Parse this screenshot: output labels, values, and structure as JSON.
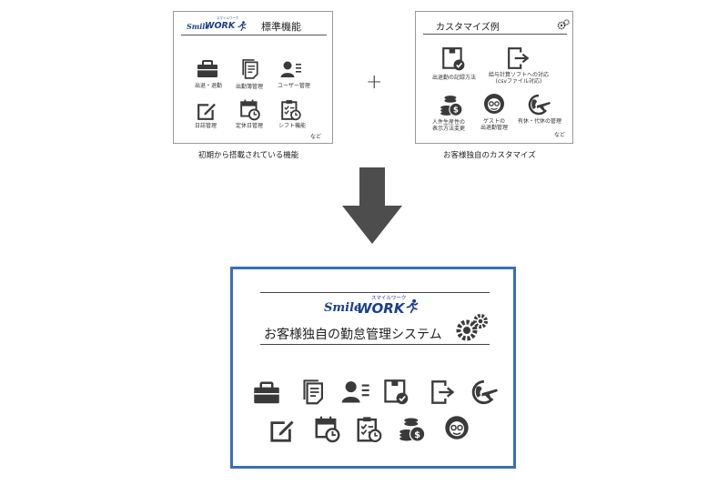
{
  "colors": {
    "icon": "#3a3a3a",
    "logo": "#1a3f8f",
    "frame": "#3a6fb8",
    "arrow": "#4d4d4d"
  },
  "logo": {
    "smile": "Smile",
    "work": "WORK",
    "kana": "スマイルワーク"
  },
  "left_panel": {
    "title": "標準機能",
    "items": [
      {
        "icon": "briefcase-icon",
        "label": "出退・退勤"
      },
      {
        "icon": "documents-icon",
        "label": "出勤簿管理"
      },
      {
        "icon": "user-list-icon",
        "label": "ユーザー管理"
      },
      {
        "icon": "edit-icon",
        "label": "日誌管理"
      },
      {
        "icon": "calendar-clock-icon",
        "label": "定休日管理"
      },
      {
        "icon": "checklist-icon",
        "label": "シフト機能"
      }
    ],
    "more": "など",
    "caption": "初期から搭載されている機能"
  },
  "plus": "+",
  "right_panel": {
    "title": "カスタマイズ例",
    "items": [
      {
        "icon": "box-check-icon",
        "label": "出退勤の記録方法"
      },
      {
        "icon": "exit-icon",
        "label": "給与計算ソフトへの対応",
        "label2": "(csvファイル対応)"
      },
      {
        "icon": "coins-icon",
        "label": "人件生産性の",
        "label2": "表示方法変更"
      },
      {
        "icon": "guest-face-icon",
        "label": "ゲストの",
        "label2": "出退勤管理"
      },
      {
        "icon": "plane-globe-icon",
        "label": "有休・代休の管理"
      }
    ],
    "more": "など",
    "caption": "お客様独自のカスタマイズ"
  },
  "result": {
    "title": "お客様独自の勤怠管理システム",
    "row1": [
      "briefcase-icon",
      "documents-icon",
      "user-list-icon",
      "box-check-icon",
      "exit-icon",
      "plane-globe-icon"
    ],
    "row2": [
      "edit-icon",
      "calendar-clock-icon",
      "checklist-icon",
      "coins-icon",
      "guest-face-icon"
    ]
  }
}
